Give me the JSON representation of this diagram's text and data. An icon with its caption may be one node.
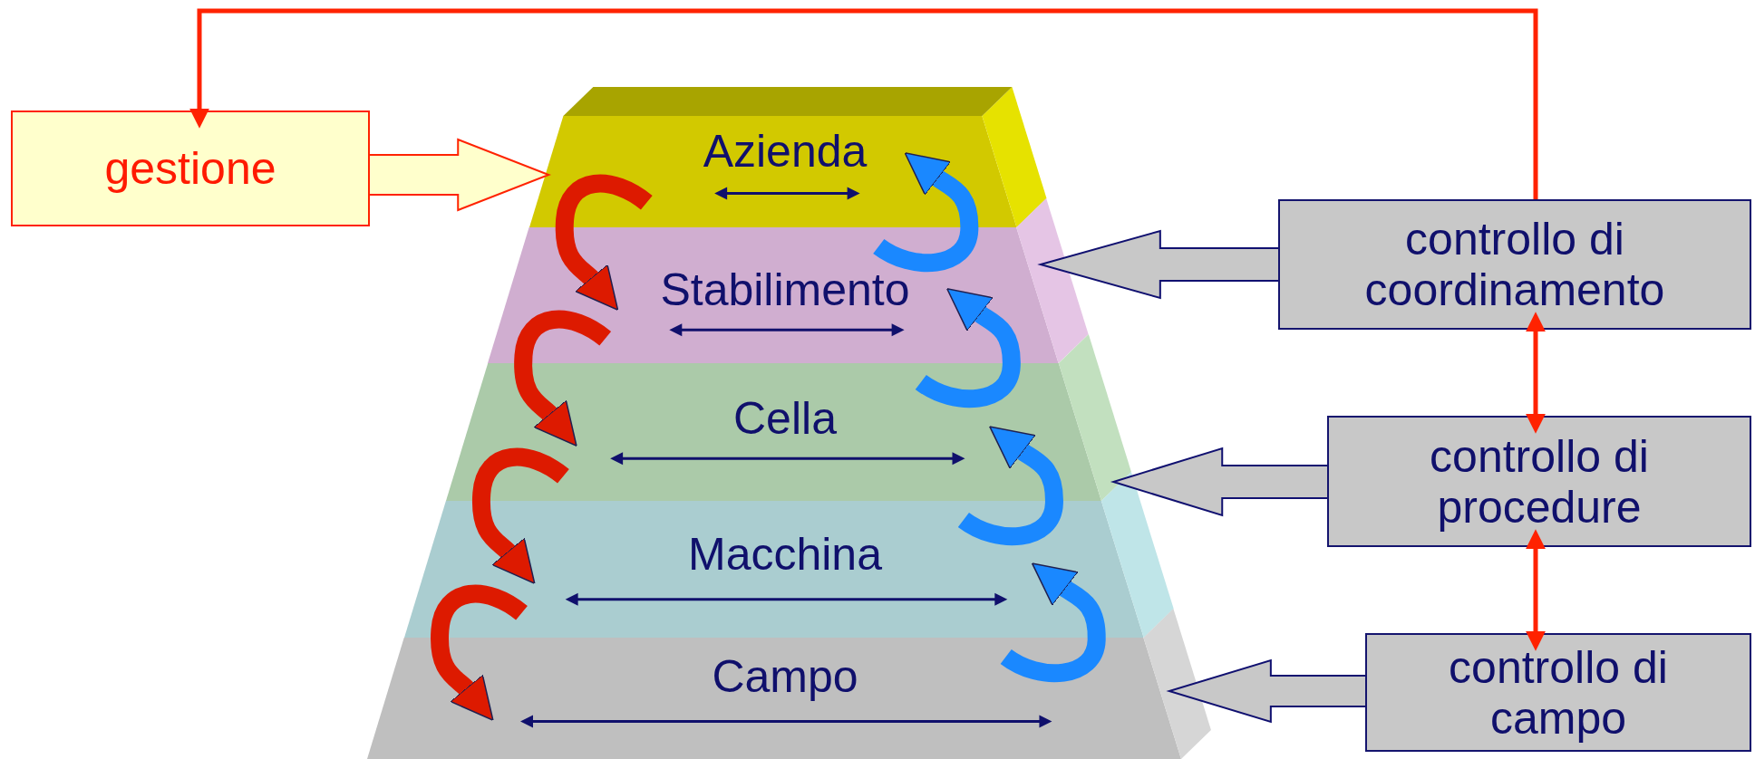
{
  "diagram": {
    "nodes": [
      {
        "text": [
          "gestione"
        ]
      },
      {
        "text": [
          "Azienda"
        ]
      },
      {
        "text": [
          "Stabilimento"
        ]
      },
      {
        "text": [
          "Cella"
        ]
      },
      {
        "text": [
          "Macchina"
        ]
      },
      {
        "text": [
          "Campo"
        ]
      },
      {
        "text": [
          "controllo di coordinamento"
        ]
      },
      {
        "text": [
          "controllo di procedure"
        ]
      },
      {
        "text": [
          "controllo di campo"
        ]
      }
    ],
    "edges": [
      {
        "from": 6,
        "to": 0,
        "arrow": "to",
        "color": "#ff2200"
      },
      {
        "from": 0,
        "to": 1,
        "arrow": "to",
        "style": "thick",
        "color": "#ff2200"
      },
      {
        "from": 6,
        "to": 2,
        "arrow": "to",
        "style": "thick",
        "color": "#101070"
      },
      {
        "from": 7,
        "to": 3,
        "arrow": "to",
        "style": "thick",
        "color": "#101070"
      },
      {
        "from": 8,
        "to": 5,
        "arrow": "to",
        "style": "thick",
        "color": "#101070"
      },
      {
        "from": 6,
        "to": 7,
        "arrow": "both",
        "color": "#ff2200"
      },
      {
        "from": 7,
        "to": 8,
        "arrow": "both",
        "color": "#ff2200"
      },
      {
        "from": 1,
        "to": 2,
        "arrow": "to",
        "color": "#dd1a00"
      },
      {
        "from": 2,
        "to": 3,
        "arrow": "to",
        "color": "#dd1a00"
      },
      {
        "from": 3,
        "to": 4,
        "arrow": "to",
        "color": "#dd1a00"
      },
      {
        "from": 4,
        "to": 5,
        "arrow": "to",
        "color": "#dd1a00"
      },
      {
        "from": 5,
        "to": 4,
        "arrow": "to",
        "color": "#1a88ff"
      },
      {
        "from": 4,
        "to": 3,
        "arrow": "to",
        "color": "#1a88ff"
      },
      {
        "from": 3,
        "to": 2,
        "arrow": "to",
        "color": "#1a88ff"
      },
      {
        "from": 2,
        "to": 1,
        "arrow": "to",
        "color": "#1a88ff"
      }
    ]
  }
}
